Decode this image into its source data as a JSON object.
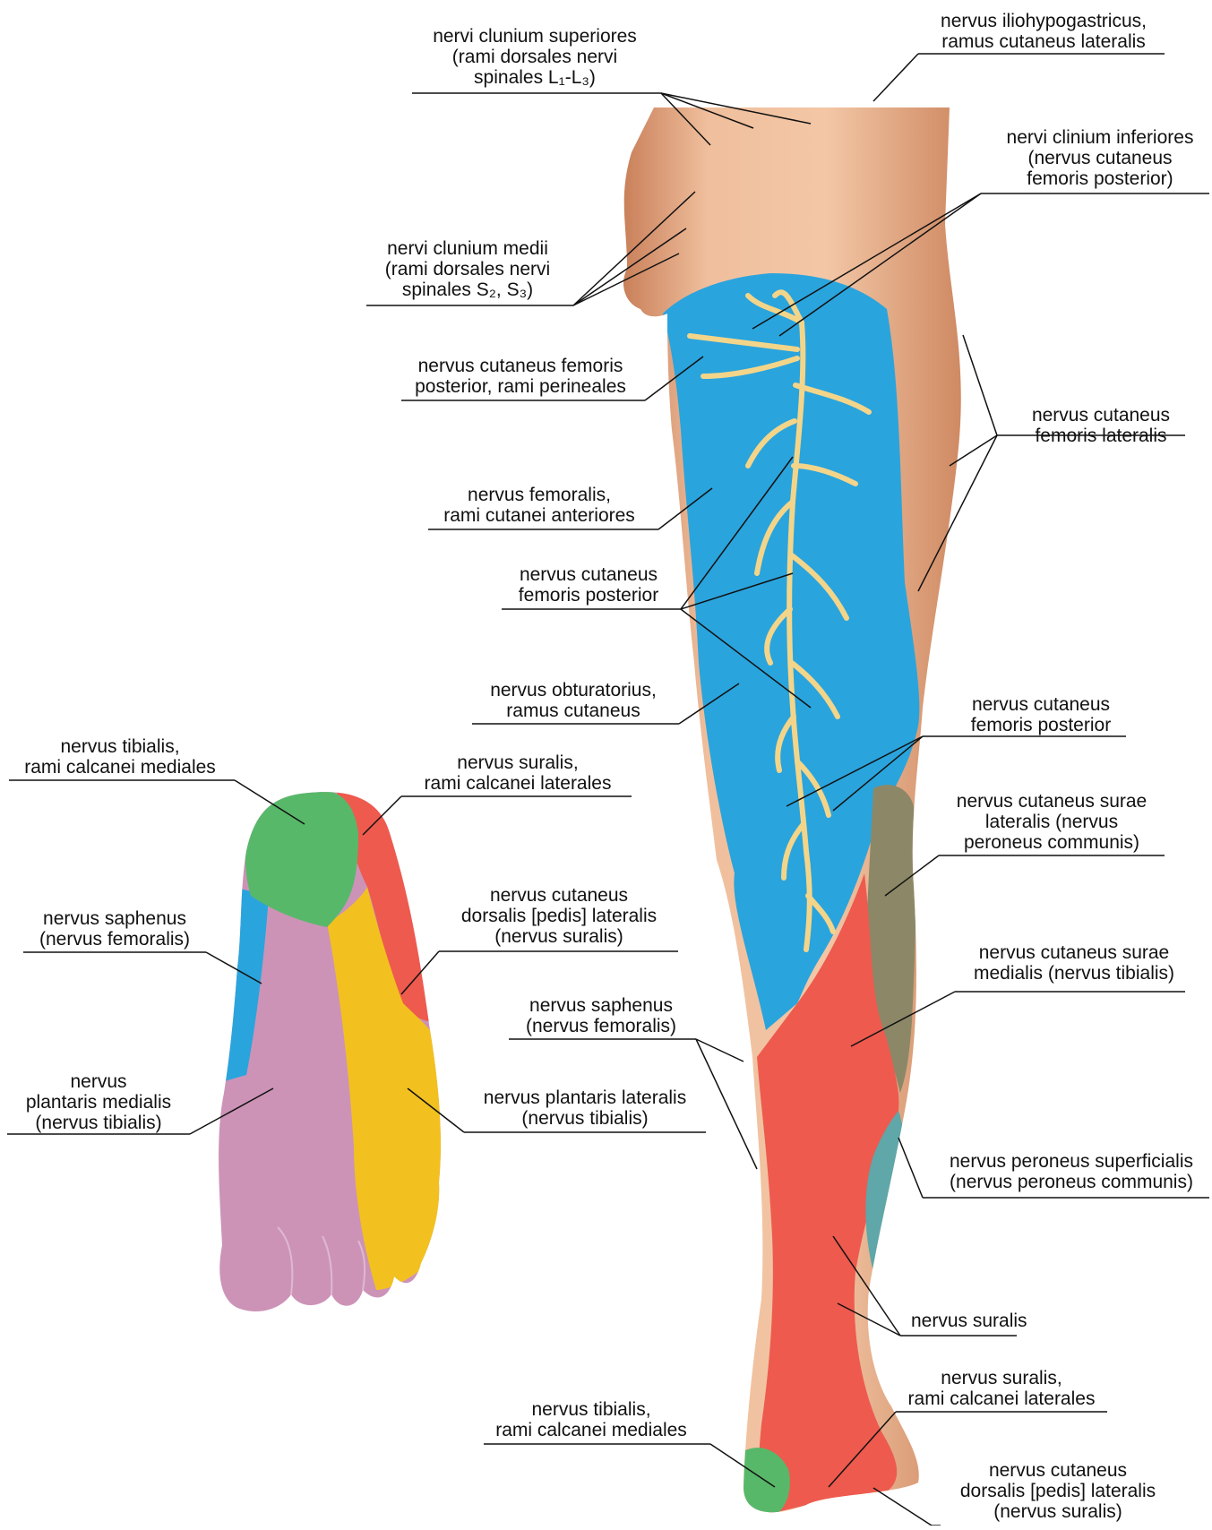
{
  "colors": {
    "skin": "#eab28f",
    "skin_dark": "#c9805a",
    "blue": "#2aa4dd",
    "red": "#ee5a4e",
    "olive": "#8c8867",
    "teal": "#5fa7a9",
    "green": "#58b869",
    "yellow": "#f2c11f",
    "pink": "#cc93b7",
    "nerve": "#f3d58a",
    "line": "#111111"
  },
  "labels": {
    "clunium_sup": [
      "nervi clunium superiores",
      "(rami dorsales nervi",
      "spinales L₁-L₃)"
    ],
    "iliohypo": [
      "nervus iliohypogastricus,",
      "ramus cutaneus lateralis"
    ],
    "clinium_inf": [
      "nervi clinium inferiores",
      "(nervus cutaneus",
      "femoris posterior)"
    ],
    "clunium_medii": [
      "nervi clunium medii",
      "(rami dorsales nervi",
      "spinales S₂, S₃)"
    ],
    "cut_fem_post_perin": [
      "nervus cutaneus femoris",
      "posterior, rami perineales"
    ],
    "cut_fem_lat": [
      "nervus cutaneus",
      "femoris lateralis"
    ],
    "femoralis_ant": [
      "nervus femoralis,",
      "rami cutanei anteriores"
    ],
    "cut_fem_post_1": [
      "nervus cutaneus",
      "femoris posterior"
    ],
    "obturatorius": [
      "nervus obturatorius,",
      "ramus cutaneus"
    ],
    "cut_fem_post_2": [
      "nervus cutaneus",
      "femoris posterior"
    ],
    "tibialis_calc_foot": [
      "nervus tibialis,",
      "rami calcanei mediales"
    ],
    "suralis_calc_foot": [
      "nervus suralis,",
      "rami calcanei laterales"
    ],
    "surae_lat": [
      "nervus cutaneus surae",
      "lateralis (nervus",
      "peroneus communis)"
    ],
    "saphenus_foot": [
      "nervus saphenus",
      "(nervus femoralis)"
    ],
    "dorsalis_foot": [
      "nervus cutaneus",
      "dorsalis [pedis] lateralis",
      "(nervus suralis)"
    ],
    "surae_med": [
      "nervus cutaneus surae",
      "medialis (nervus tibialis)"
    ],
    "saphenus_leg": [
      "nervus saphenus",
      "(nervus femoralis)"
    ],
    "plantaris_med": [
      "nervus",
      "plantaris medialis",
      "(nervus tibialis)"
    ],
    "plantaris_lat": [
      "nervus plantaris lateralis",
      "(nervus tibialis)"
    ],
    "peroneus_sup": [
      "nervus peroneus superficialis",
      "(nervus peroneus communis)"
    ],
    "suralis": [
      "nervus suralis"
    ],
    "suralis_calc_leg": [
      "nervus suralis,",
      "rami calcanei laterales"
    ],
    "tibialis_calc_leg": [
      "nervus tibialis,",
      "rami calcanei mediales"
    ],
    "dorsalis_leg": [
      "nervus cutaneus",
      "dorsalis [pedis] lateralis",
      "(nervus suralis)"
    ]
  }
}
